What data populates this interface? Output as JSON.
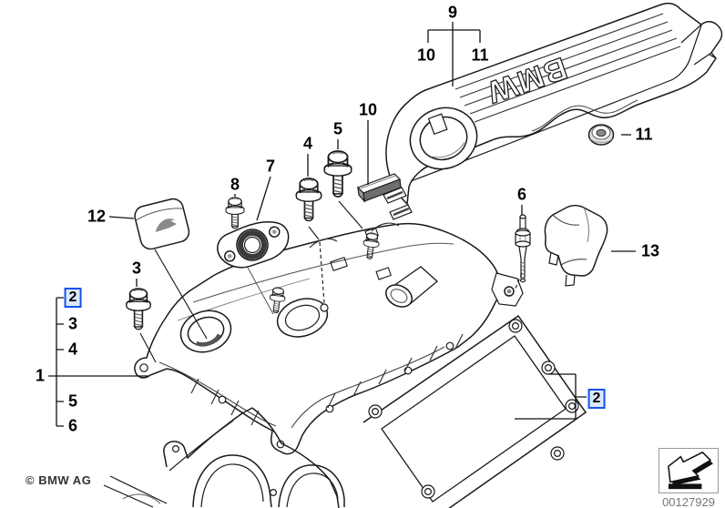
{
  "selected_part": "2",
  "accent_color": "#1453e8",
  "highlight_fill": "#dce9fc",
  "logo_text": "BMW",
  "callouts": {
    "group9": "9",
    "group10": "10",
    "group11": "11",
    "strip10": "10",
    "bolt4": "4",
    "bolt5": "5",
    "flange7": "7",
    "bolt8": "8",
    "cap12": "12",
    "bolt3": "3",
    "stud6": "6",
    "bracket13": "13",
    "grommet11": "11",
    "cover1": "1",
    "list2": "2",
    "list3": "3",
    "list4": "4",
    "list5": "5",
    "list6": "6",
    "gasket2": "2"
  },
  "footer": {
    "copyright": "© BMW AG",
    "image_number": "00127929"
  }
}
